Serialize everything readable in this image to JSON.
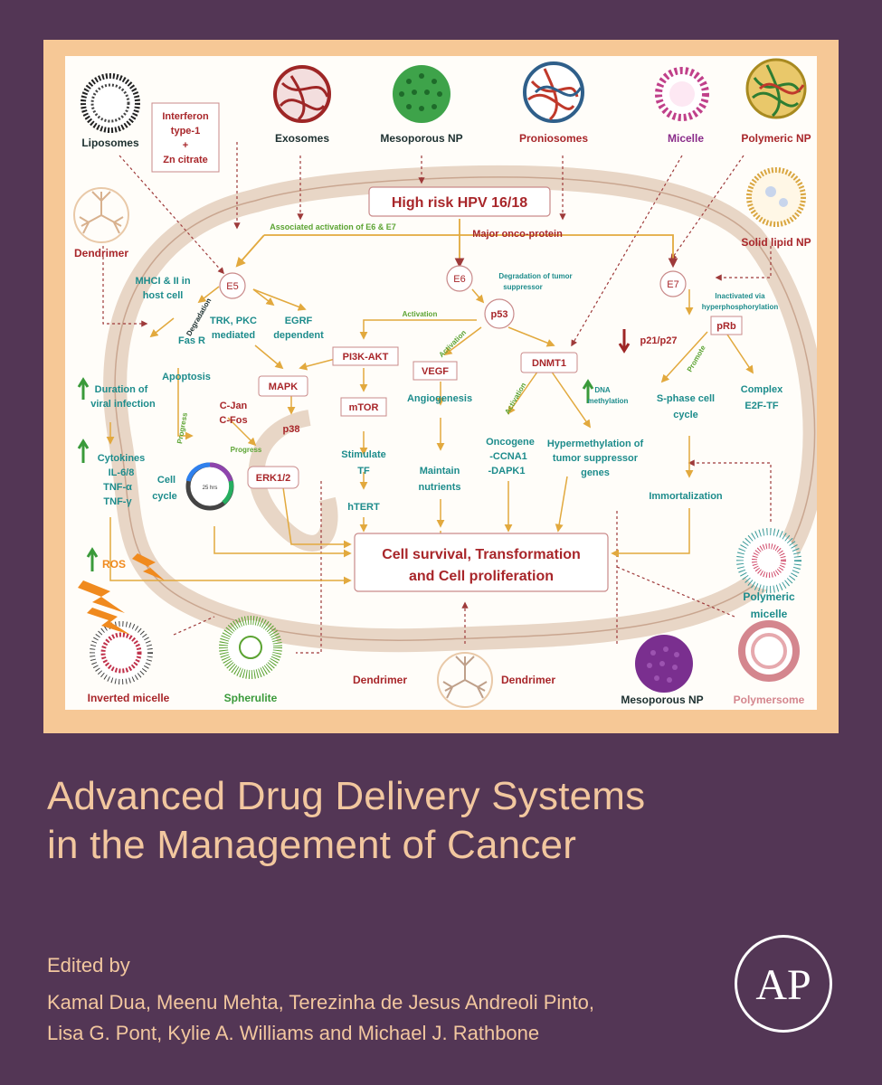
{
  "book": {
    "title_line1": "Advanced Drug Delivery Systems",
    "title_line2": "in the Management of Cancer",
    "edited_by": "Edited by",
    "authors_line1": "Kamal Dua, Meenu Mehta, Terezinha de Jesus Andreoli Pinto,",
    "authors_line2": "Lisa G. Pont, Kylie A. Williams and Michael J. Rathbone",
    "publisher_logo": "AP"
  },
  "colors": {
    "background": "#533655",
    "frame": "#f6c896",
    "title_text": "#f2c79f",
    "teal_text": "#1d8c8c",
    "red_text": "#a8262a",
    "green_text": "#5ba332"
  },
  "diagram": {
    "carriers": {
      "liposomes": "Liposomes",
      "exosomes": "Exosomes",
      "mesoporous_np": "Mesoporous NP",
      "proniosomes": "Proniosomes",
      "micelle": "Micelle",
      "polymeric_np": "Polymeric NP",
      "dendrimer_left": "Dendrimer",
      "solid_lipid_np": "Solid lipid NP",
      "inverted_micelle": "Inverted micelle",
      "spherulite": "Spherulite",
      "dendrimer_bottom_a": "Dendrimer",
      "dendrimer_bottom_b": "Dendrimer",
      "mesoporous_np_bottom": "Mesoporous NP",
      "polymersome": "Polymersome",
      "polymeric_micelle_1": "Polymeric",
      "polymeric_micelle_2": "micelle"
    },
    "interferon": [
      "Interferon",
      "type-1",
      "+",
      "Zn citrate"
    ],
    "hpv": "High risk HPV 16/18",
    "assoc_activation": "Associated activation of E6 & E7",
    "major_onco": "Major onco-protein",
    "e5": "E5",
    "e6": "E6",
    "e7": "E7",
    "mhc": [
      "MHCI & II in",
      "host cell"
    ],
    "degradation": "Degradation",
    "fas_r": "Fas R",
    "trk": [
      "TRK, PKC",
      "mediated"
    ],
    "egrf": [
      "EGRF",
      "dependent"
    ],
    "degradation_tumor": [
      "Degradation of tumor",
      "suppressor"
    ],
    "p53": "p53",
    "activation": "Activation",
    "pi3k": "PI3K-AKT",
    "mapk": "MAPK",
    "vegf": "VEGF",
    "dnmt1": "DNMT1",
    "inactivated": [
      "Inactivated via",
      "hyperphosphorylation"
    ],
    "prb": "pRb",
    "p21": "p21/p27",
    "apoptosis": "Apoptosis",
    "duration": [
      "Duration of",
      "viral infection"
    ],
    "cjan": [
      "C-Jan",
      "C-Fos"
    ],
    "p38": "p38",
    "mtor": "mTOR",
    "angiogenesis": "Angiogenesis",
    "dna_methylation": [
      "DNA",
      "methylation"
    ],
    "sphase": [
      "S-phase cell",
      "cycle"
    ],
    "complex": [
      "Complex",
      "E2F-TF"
    ],
    "promote": "Promote",
    "progress": "Progress",
    "cytokines": [
      "Cytokines",
      "IL-6/8",
      "TNF-α",
      "TNF-γ"
    ],
    "stimulate": [
      "Stimulate",
      "TF"
    ],
    "maintain": [
      "Maintain",
      "nutrients"
    ],
    "oncogene": [
      "Oncogene",
      "-CCNA1",
      "-DAPK1"
    ],
    "hypermethylation": [
      "Hypermethylation of",
      "tumor suppressor",
      "genes"
    ],
    "cell_cycle": [
      "Cell",
      "cycle"
    ],
    "cycle_center": "25 hrs",
    "erk": "ERK1/2",
    "htert": "hTERT",
    "immortalization": "Immortalization",
    "ros": "ROS",
    "survival": [
      "Cell survival, Transformation",
      "and Cell proliferation"
    ]
  }
}
